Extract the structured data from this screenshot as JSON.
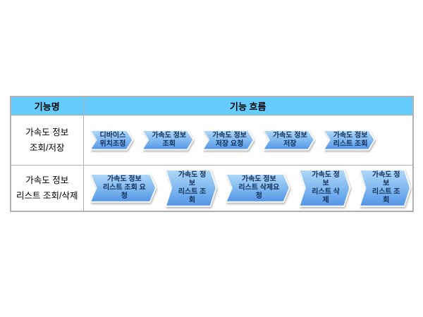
{
  "table": {
    "header": {
      "function_name": "기능명",
      "function_flow": "기능 흐름"
    },
    "rows": [
      {
        "name": "가속도 정보\n조회/저장",
        "steps": [
          "디바이스\n위치조정",
          "가속도 정보\n조회",
          "가속도 정보\n저장 요청",
          "가속도 정보\n저장",
          "가속도 정보\n리스트 조회"
        ]
      },
      {
        "name": "가속도 정보\n리스트 조회/삭제",
        "steps": [
          "가속도 정보\n리스트 조회 요청",
          "가속도 정보\n리스트 조회",
          "가속도 정보\n리스트 삭제요청",
          "가속도 정보\n리스트 삭제",
          "가속도 정보\n리스트 조회"
        ]
      }
    ]
  },
  "colors": {
    "header_bg": "#66ccff",
    "grid_line": "#b0b0b0",
    "arrow_gradient_top": "#aed7f7",
    "arrow_gradient_bottom": "#5496e6",
    "arrow_text": "#112e56",
    "text": "#000000",
    "page_bg": "#ffffff"
  }
}
